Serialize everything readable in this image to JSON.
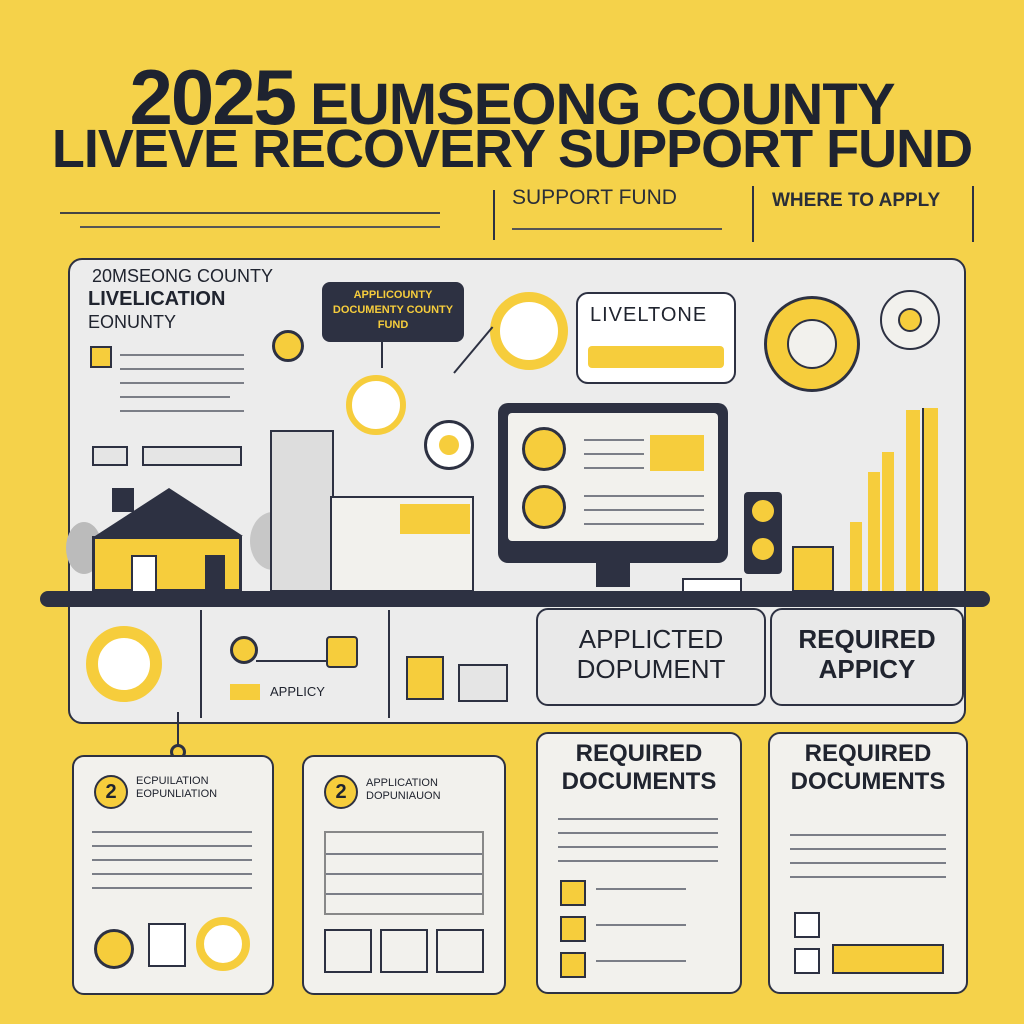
{
  "title": {
    "year": "2025",
    "line1_rest": "EUMSEONG COUNTY",
    "line2": "LIVEVE RECOVERY SUPPORT FUND"
  },
  "header": {
    "support_fund": "SUPPORT FUND",
    "where_to_apply": "WHERE TO APPLY"
  },
  "main_panel": {
    "heading_line1": "20MSEONG COUNTY",
    "heading_line2": "LIVELICATION",
    "heading_line3": "EONUNTY",
    "tag_text": "APPLICOUNTY DOCUMENTY COUNTY FUND",
    "card_title": "LIVELTONE"
  },
  "bottom_row": {
    "applicted_doc": "APPLICTED DOPUMENT",
    "required_applicy": "REQUIRED APPICY",
    "apply_small": "APPLICY"
  },
  "cards": [
    {
      "number": "2",
      "title": "ECPUILATION EOPUNLIATION"
    },
    {
      "number": "2",
      "title": "APPLICATION DOPUNIAUON"
    },
    {
      "title": "REQUIRED DOCUMENTS"
    },
    {
      "title": "REQUIRED DOCUMENTS"
    }
  ],
  "colors": {
    "background": "#f5d24a",
    "ink": "#2d3142",
    "accent": "#f6cd3c",
    "panel": "#ececec"
  }
}
